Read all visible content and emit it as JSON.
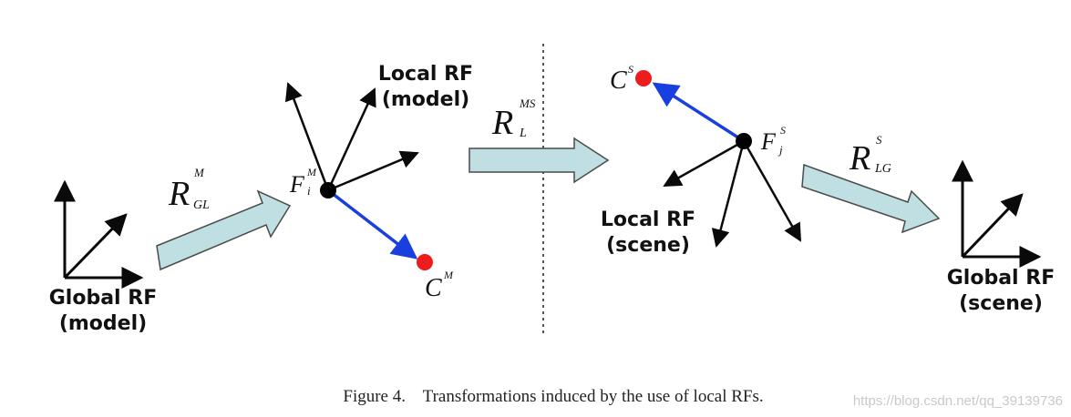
{
  "diagram": {
    "labels": {
      "global_rf_model": [
        "Global RF",
        "(model)"
      ],
      "local_rf_model": [
        "Local RF",
        "(model)"
      ],
      "local_rf_scene": [
        "Local RF",
        "(scene)"
      ],
      "global_rf_scene": [
        "Global RF",
        "(scene)"
      ]
    },
    "math": {
      "r_gl_m": {
        "base": "R",
        "sup": "M",
        "sub": "GL"
      },
      "f_i_m": {
        "base": "F",
        "sup": "M",
        "sub": "i"
      },
      "c_m": {
        "base": "C",
        "sup": "M"
      },
      "r_l_ms": {
        "base": "R",
        "sup": "MS",
        "sub": "L"
      },
      "c_s": {
        "base": "C",
        "sup": "S"
      },
      "f_j_s": {
        "base": "F",
        "sup": "S",
        "sub": "j"
      },
      "r_lg_s": {
        "base": "R",
        "sup": "S",
        "sub": "LG"
      }
    },
    "colors": {
      "arrow_fill": "#c0dfe3",
      "arrow_stroke": "#4a4a4a",
      "vector": "#0a0a0a",
      "centroid_vector": "#1a3fe0",
      "centroid_dot": "#ee1c1c",
      "feature_dot": "#000000",
      "divider": "#555555"
    }
  },
  "caption": "Figure 4.    Transformations induced by the use of local RFs.",
  "watermark": "https://blog.csdn.net/qq_39139736"
}
